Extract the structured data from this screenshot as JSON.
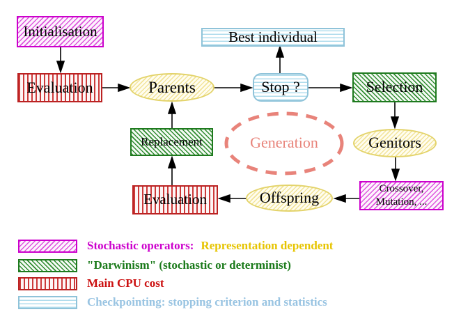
{
  "diagram": {
    "title_hint": "Evolutionary algorithm generation loop",
    "nodes": {
      "initialisation": {
        "label": "Initialisation"
      },
      "evaluation_top": {
        "label": "Evaluation"
      },
      "parents": {
        "label": "Parents"
      },
      "stop": {
        "label": "Stop ?"
      },
      "best_individual": {
        "label": "Best individual"
      },
      "selection": {
        "label": "Selection"
      },
      "genitors": {
        "label": "Genitors"
      },
      "crossover_mutation": {
        "line1": "Crossover,",
        "line2": "Mutation, ..."
      },
      "offspring": {
        "label": "Offspring"
      },
      "evaluation_bottom": {
        "label": "Evaluation"
      },
      "replacement": {
        "label": "Replacement"
      },
      "generation": {
        "label": "Generation"
      }
    },
    "edges": [
      {
        "from": "initialisation",
        "to": "evaluation_top"
      },
      {
        "from": "evaluation_top",
        "to": "parents"
      },
      {
        "from": "parents",
        "to": "stop"
      },
      {
        "from": "stop",
        "to": "best_individual"
      },
      {
        "from": "stop",
        "to": "selection"
      },
      {
        "from": "selection",
        "to": "genitors"
      },
      {
        "from": "genitors",
        "to": "crossover_mutation"
      },
      {
        "from": "crossover_mutation",
        "to": "offspring"
      },
      {
        "from": "offspring",
        "to": "evaluation_bottom"
      },
      {
        "from": "evaluation_bottom",
        "to": "replacement"
      },
      {
        "from": "replacement",
        "to": "parents"
      }
    ],
    "colors": {
      "magenta_border": "#cc00cc",
      "magenta_hatch": "#dd55dd",
      "green_border": "#1e7a1e",
      "green_hatch": "#2f8b2f",
      "red_border": "#bb2222",
      "red_stripe": "#cc3a3a",
      "cyan_border": "#8fc3d9",
      "cyan_stripe": "#b0dcec",
      "yellow_border": "#e3d36a",
      "yellow_hatch": "#f2e49a",
      "salmon_dashed": "#e8837a",
      "arrow": "#000000"
    }
  },
  "legend": {
    "items": [
      {
        "swatch": "magenta-hatch",
        "label": "Stochastic operators:",
        "label2": "Representation dependent",
        "label_color": "#cc00cc",
        "label2_color": "#e6c400"
      },
      {
        "swatch": "green-hatch",
        "label": "\"Darwinism\" (stochastic or determinist)",
        "label_color": "#1a7a1a"
      },
      {
        "swatch": "red-stripes",
        "label": "Main CPU cost",
        "label_color": "#cc1111"
      },
      {
        "swatch": "cyan-stripes",
        "label": "Checkpointing: stopping criterion and statistics",
        "label_color": "#99c4e2"
      }
    ]
  }
}
